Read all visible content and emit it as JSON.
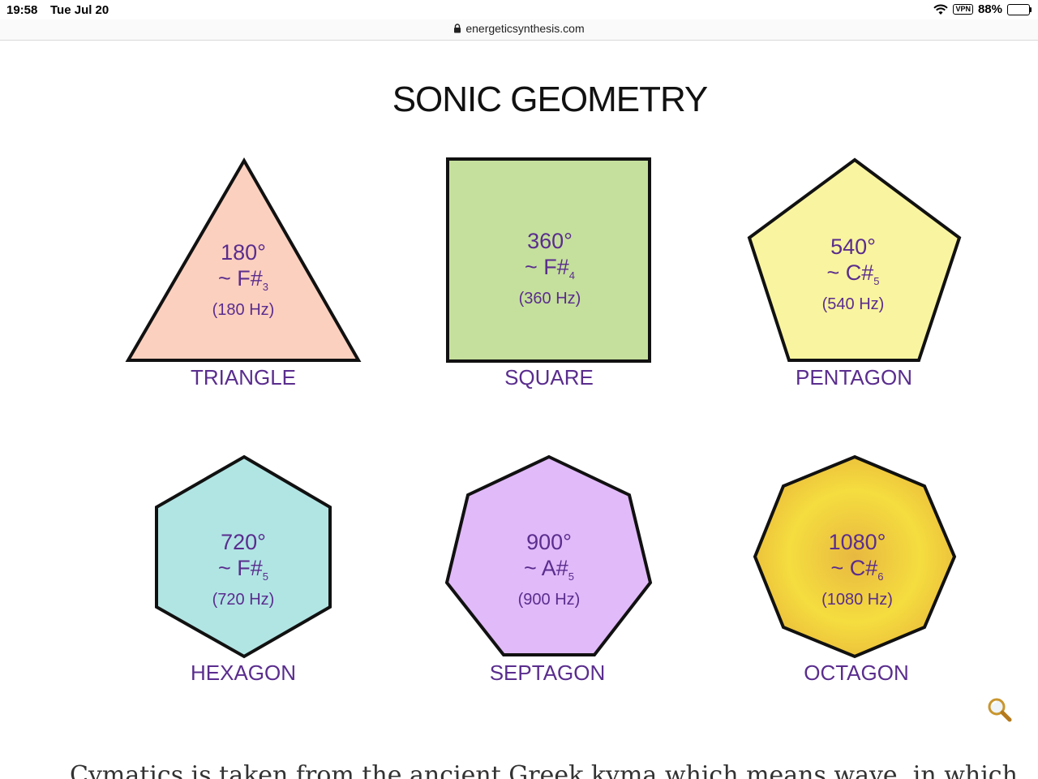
{
  "status_bar": {
    "time": "19:58",
    "date": "Tue Jul 20",
    "vpn": "VPN",
    "battery": "88%",
    "battery_level": 0.88
  },
  "browser": {
    "url": "energeticsynthesis.com"
  },
  "figure": {
    "title": "SONIC GEOMETRY",
    "shapes": [
      {
        "name": "TRIANGLE",
        "degrees": "180°",
        "note": "~ F#",
        "octave": "3",
        "freq": "(180 Hz)",
        "fill": "#fcd0bf"
      },
      {
        "name": "SQUARE",
        "degrees": "360°",
        "note": "~ F#",
        "octave": "4",
        "freq": "(360 Hz)",
        "fill": "#c5e09c"
      },
      {
        "name": "PENTAGON",
        "degrees": "540°",
        "note": "~ C#",
        "octave": "5",
        "freq": "(540 Hz)",
        "fill": "#f9f49f"
      },
      {
        "name": "HEXAGON",
        "degrees": "720°",
        "note": "~ F#",
        "octave": "5",
        "freq": "(720 Hz)",
        "fill": "#b1e5e4"
      },
      {
        "name": "SEPTAGON",
        "degrees": "900°",
        "note": "~ A#",
        "octave": "5",
        "freq": "(900 Hz)",
        "fill": "#e1baf9"
      },
      {
        "name": "OCTAGON",
        "degrees": "1080°",
        "note": "~ C#",
        "octave": "6",
        "freq": "(1080 Hz)",
        "fill": "#f0d040"
      }
    ]
  },
  "article": {
    "text_partial": "Cymatics is taken from the ancient Greek kyma which means wave, in which"
  },
  "colors": {
    "label_purple": "#5a2d8e",
    "outline": "#111111"
  },
  "icons": {
    "zoom": "magnifier-icon"
  }
}
